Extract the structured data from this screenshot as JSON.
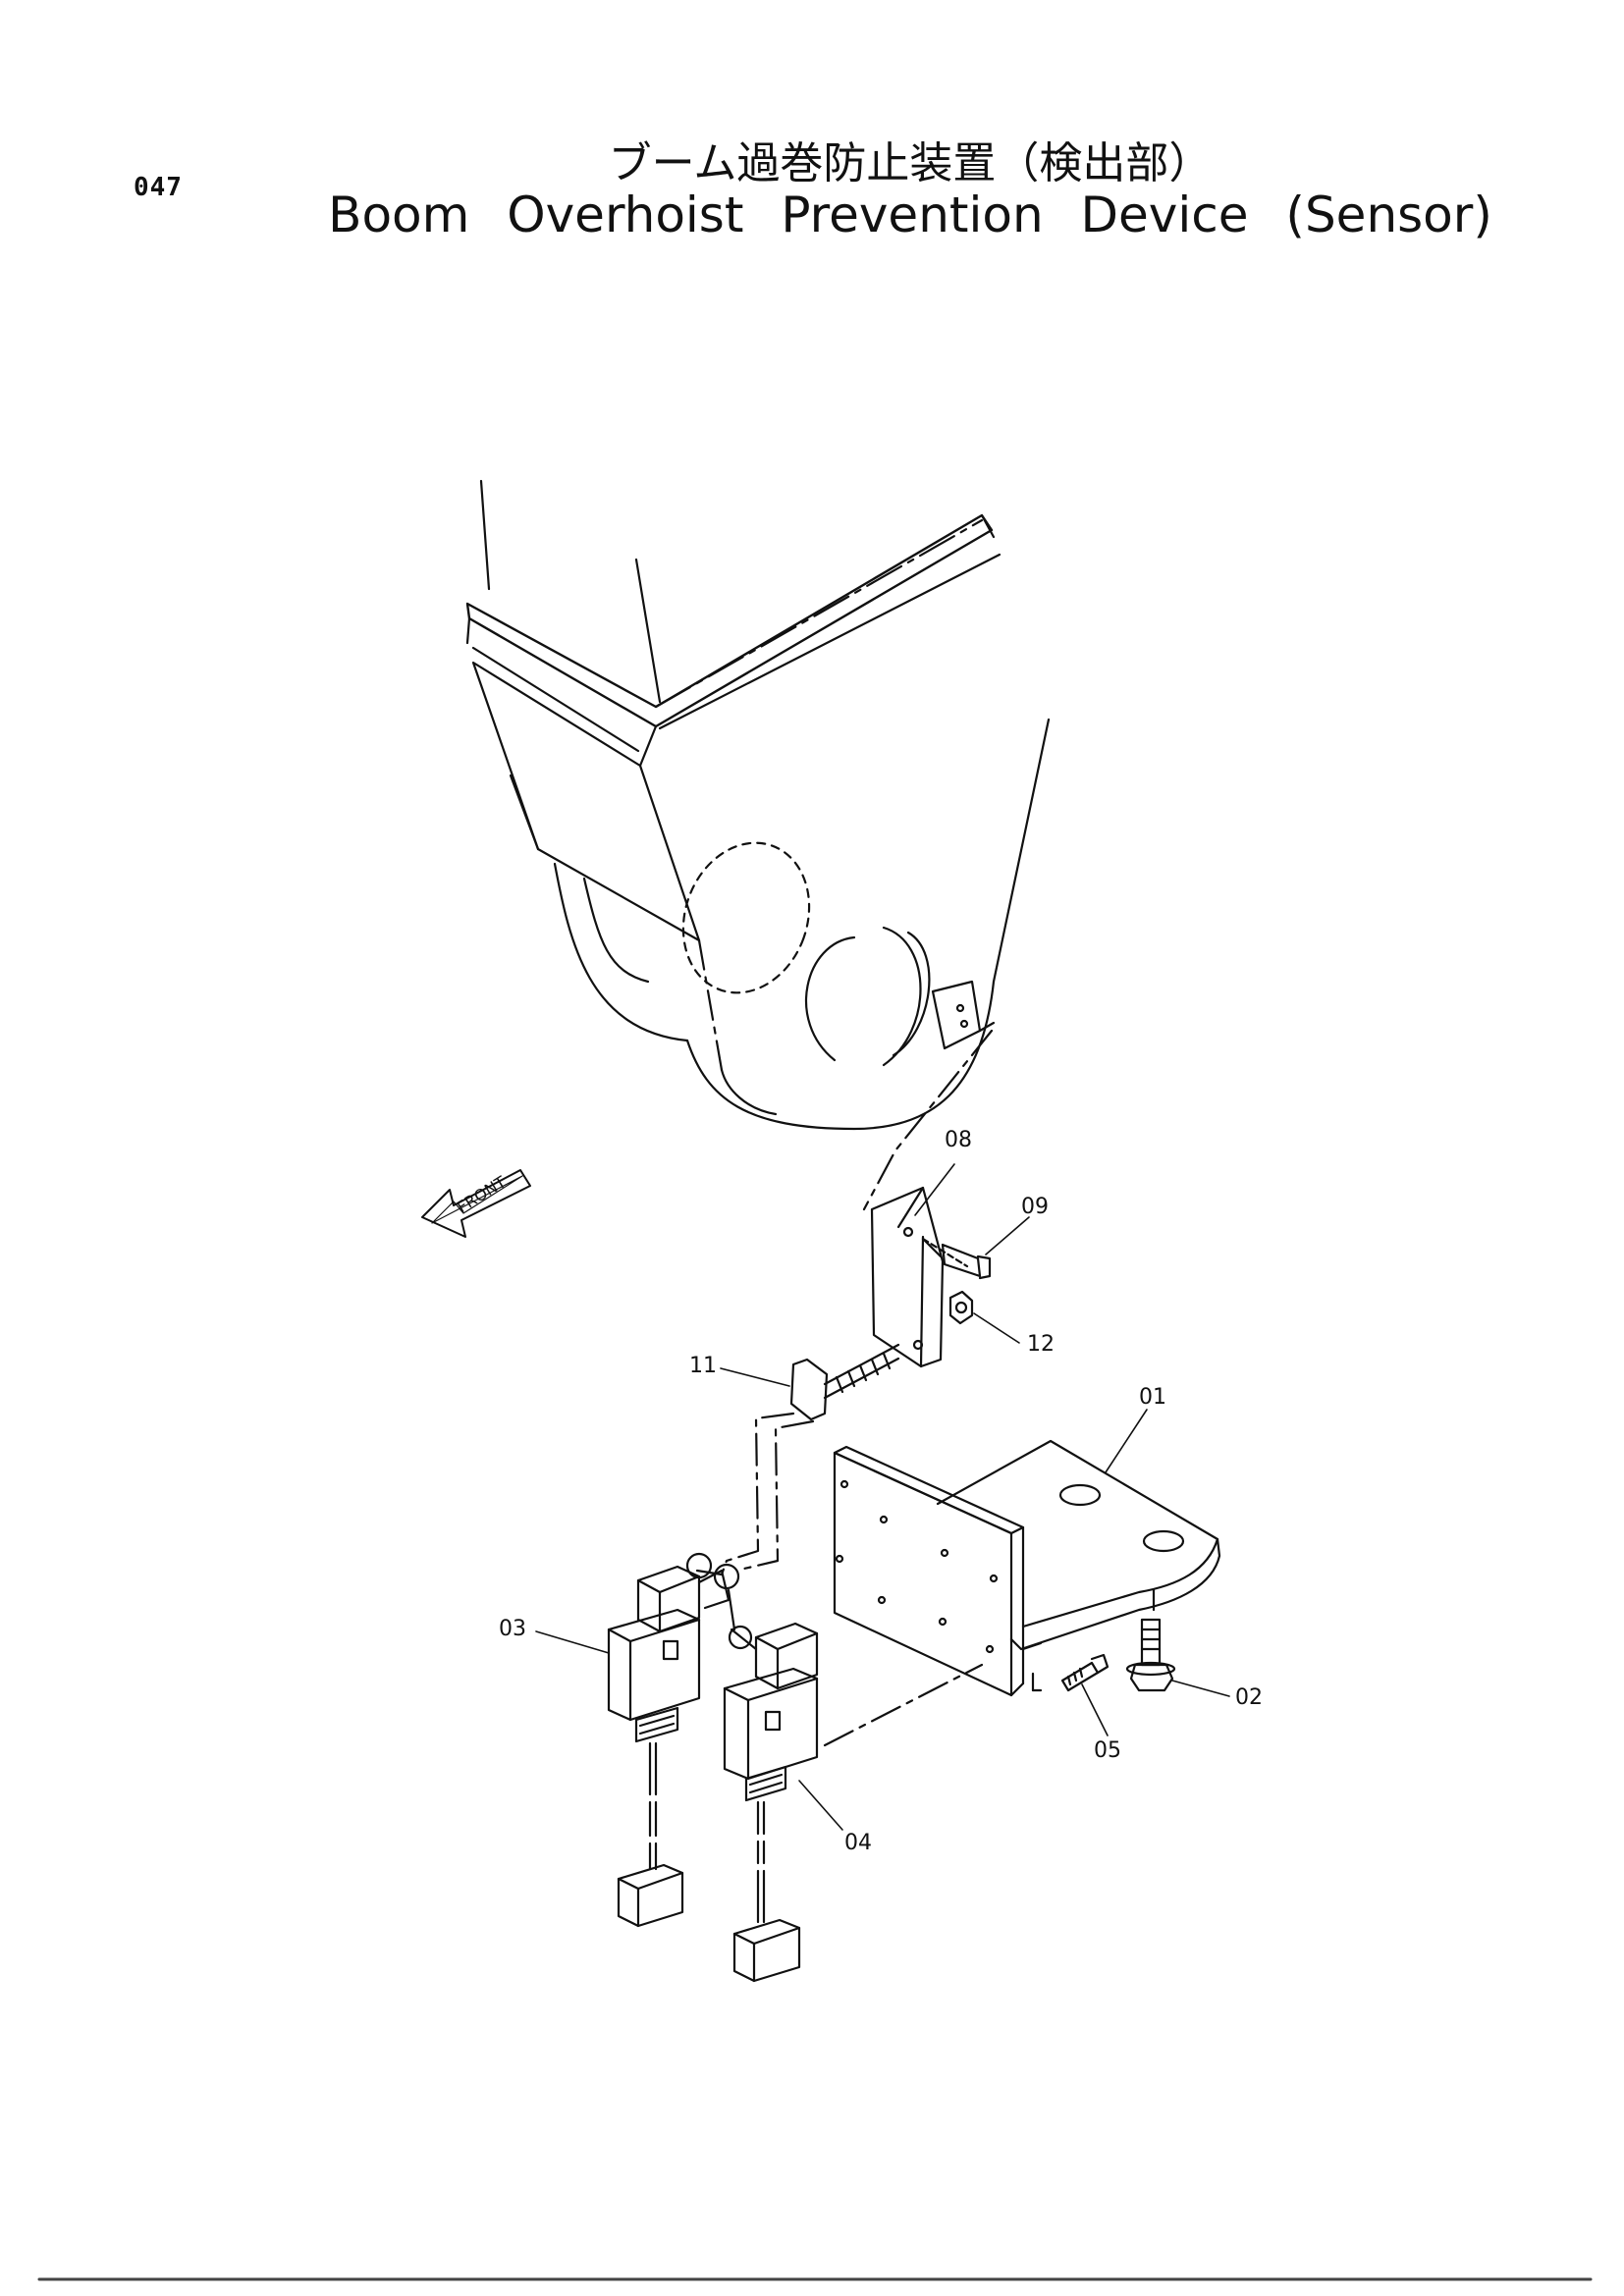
{
  "page_number": "047",
  "title_jp": "ブーム過巻防止装置（検出部）",
  "title_en": "Boom Overhoist Prevention Device (Sensor)",
  "front_arrow_text": "FRONT",
  "parts": [
    {
      "id": "p01",
      "label": "01"
    },
    {
      "id": "p02",
      "label": "02"
    },
    {
      "id": "p03",
      "label": "03"
    },
    {
      "id": "p04",
      "label": "04"
    },
    {
      "id": "p05",
      "label": "05"
    },
    {
      "id": "p08",
      "label": "08"
    },
    {
      "id": "p09",
      "label": "09"
    },
    {
      "id": "p11",
      "label": "11"
    },
    {
      "id": "p12",
      "label": "12"
    }
  ]
}
